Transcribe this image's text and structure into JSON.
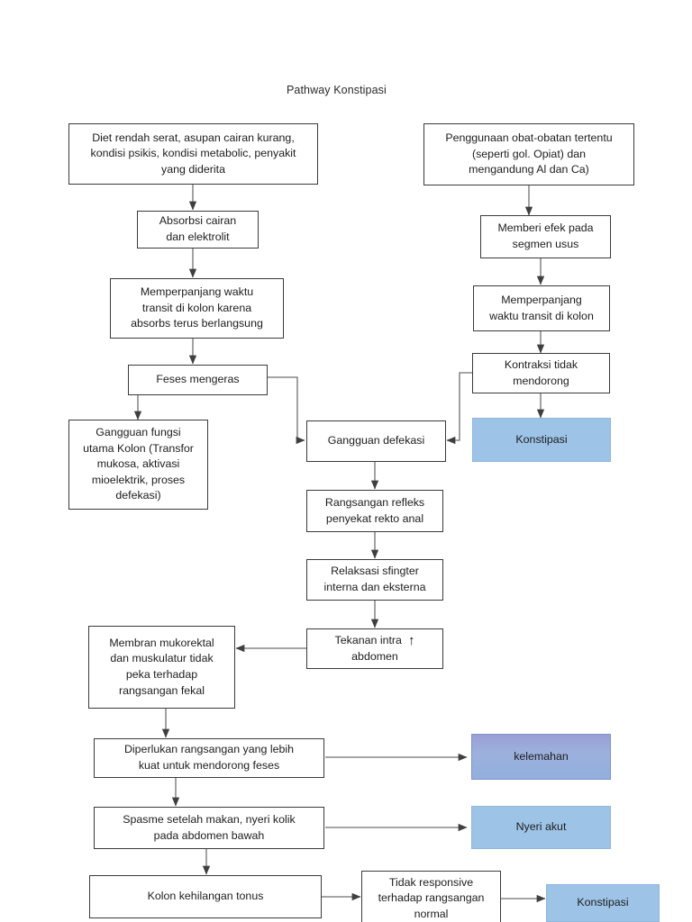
{
  "diagram": {
    "title": "Pathway Konstipasi",
    "type": "flowchart",
    "nodes": [
      {
        "id": "n1",
        "label": "Diet rendah serat, asupan cairan kurang,\nkondisi psikis, kondisi metabolic, penyakit\nyang diderita",
        "style": "plain"
      },
      {
        "id": "n2",
        "label": "Penggunaan obat-obatan tertentu\n(seperti gol. Opiat) dan\nmengandung Al dan Ca)",
        "style": "plain"
      },
      {
        "id": "n3",
        "label": "Absorbsi cairan\ndan elektrolit",
        "style": "plain"
      },
      {
        "id": "n4",
        "label": "Memberi efek pada\nsegmen usus",
        "style": "plain"
      },
      {
        "id": "n5",
        "label": "Memperpanjang waktu\ntransit di kolon karena\nabsorbs terus berlangsung",
        "style": "plain"
      },
      {
        "id": "n6",
        "label": "Memperpanjang\nwaktu transit di kolon",
        "style": "plain"
      },
      {
        "id": "n7",
        "label": "Feses mengeras",
        "style": "plain"
      },
      {
        "id": "n8",
        "label": "Kontraksi tidak\nmendorong",
        "style": "plain"
      },
      {
        "id": "n9",
        "label": "Gangguan fungsi\nutama Kolon (Transfor\nmukosa, aktivasi\nmioelektrik, proses\ndefekasi)",
        "style": "plain"
      },
      {
        "id": "n10",
        "label": "Gangguan defekasi",
        "style": "plain"
      },
      {
        "id": "n11",
        "label": "Konstipasi",
        "style": "blue"
      },
      {
        "id": "n12",
        "label": "Rangsangan refleks\npenyekat rekto anal",
        "style": "plain"
      },
      {
        "id": "n13",
        "label": "Relaksasi sfingter\ninterna dan eksterna",
        "style": "plain"
      },
      {
        "id": "n14",
        "label": "Tekanan intra",
        "label2": "abdomen",
        "style": "plain-arrowglyph"
      },
      {
        "id": "n15",
        "label": "Membran mukorektal\ndan muskulatur tidak\npeka terhadap\nrangsangan fekal",
        "style": "plain"
      },
      {
        "id": "n16",
        "label": "Diperlukan rangsangan yang lebih\nkuat untuk mendorong feses",
        "style": "plain"
      },
      {
        "id": "n17",
        "label": "kelemahan",
        "style": "blue-grad"
      },
      {
        "id": "n18",
        "label": "Spasme setelah makan, nyeri kolik\npada abdomen bawah",
        "style": "plain"
      },
      {
        "id": "n19",
        "label": "Nyeri akut",
        "style": "blue"
      },
      {
        "id": "n20",
        "label": "Kolon kehilangan tonus",
        "style": "plain"
      },
      {
        "id": "n21",
        "label": "Tidak responsive\nterhadap rangsangan\nnormal",
        "style": "plain"
      },
      {
        "id": "n22",
        "label": "Konstipasi",
        "style": "blue"
      }
    ],
    "icons": {
      "up_arrow_glyph": "↑",
      "up_arrow_name": "increase-up-arrow-icon"
    },
    "colors": {
      "blue_fill": "#9dc3e6",
      "blue_gradient_top": "#9a9fd4",
      "blue_gradient_bottom": "#92afdd",
      "node_border": "#3a3a3a",
      "connector": "#4a4a4a",
      "text": "#1d1d1d",
      "background": "#ffffff"
    }
  }
}
